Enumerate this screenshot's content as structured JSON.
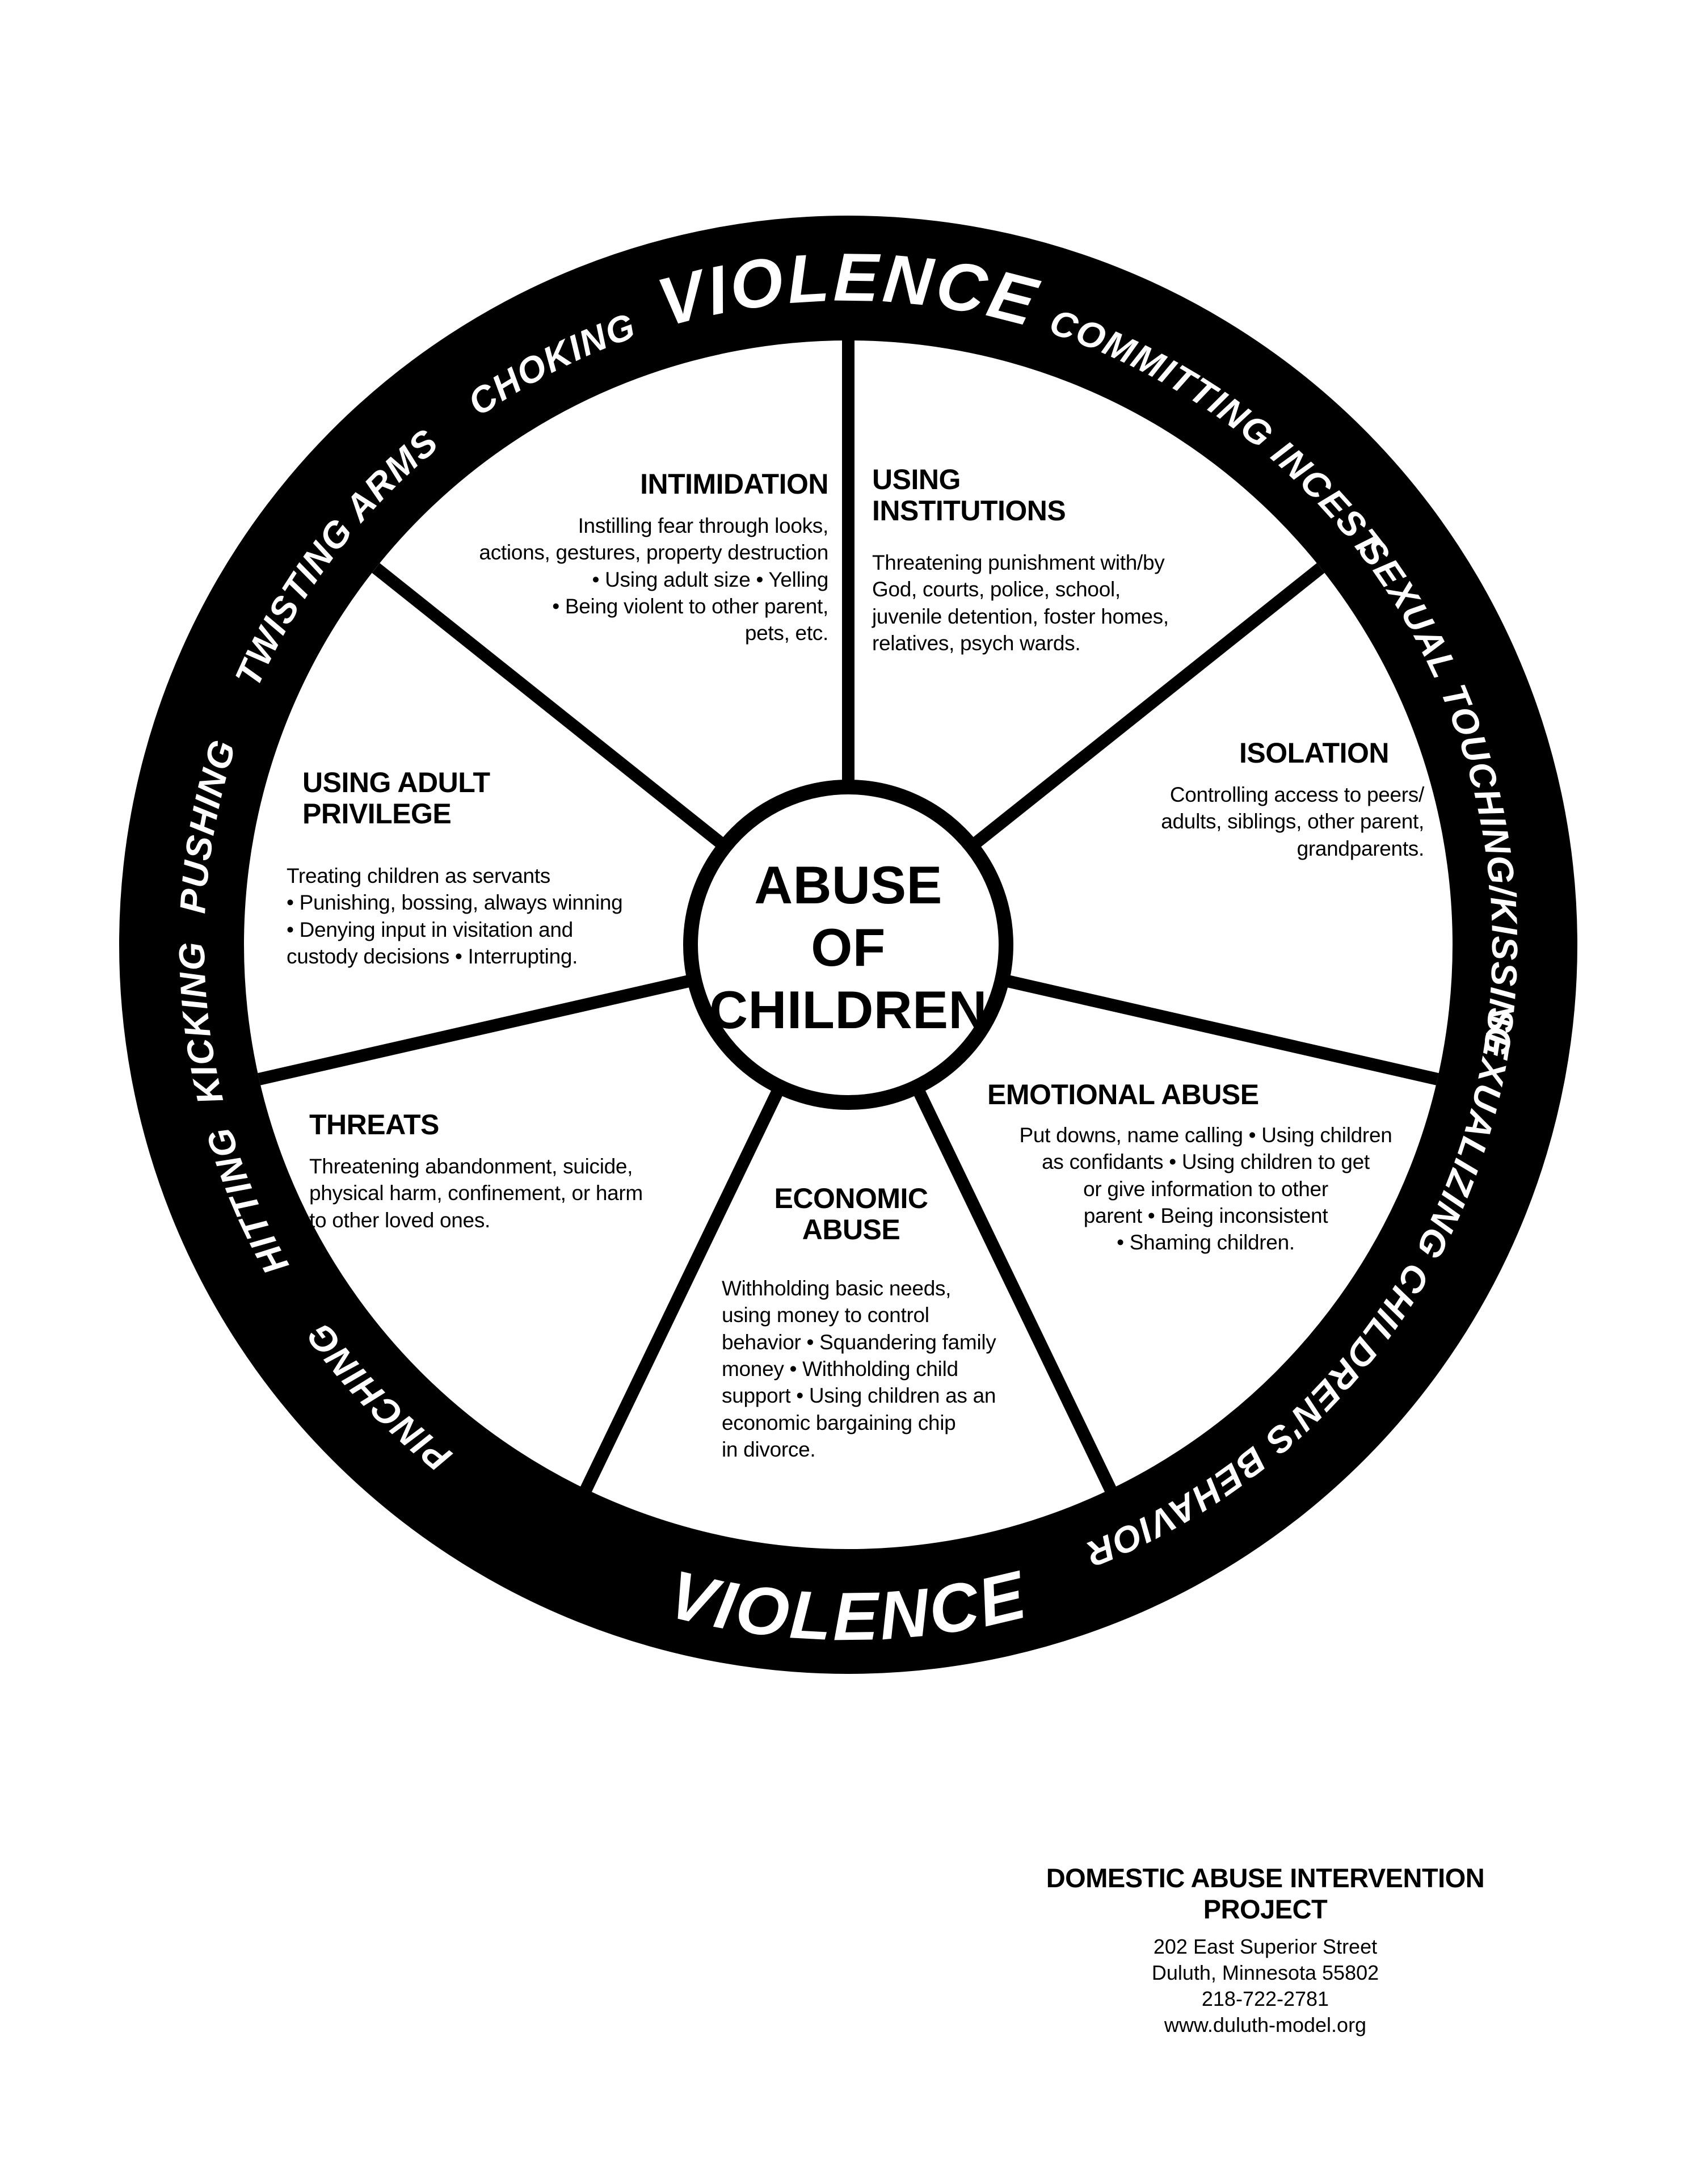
{
  "wheel": {
    "hub": {
      "label": "ABUSE\nOF\nCHILDREN"
    },
    "ring": {
      "violence": "VIOLENCE",
      "words": [
        {
          "label": "CHOKING"
        },
        {
          "label": "TWISTING ARMS"
        },
        {
          "label": "PUSHING"
        },
        {
          "label": "KICKING"
        },
        {
          "label": "HITTING"
        },
        {
          "label": "PINCHING"
        },
        {
          "label": "COMMITTING INCEST"
        },
        {
          "label": "SEXUAL TOUCHING/KISSING"
        },
        {
          "label": "SEXUALIZING CHILDREN'S BEHAVIOR"
        }
      ]
    },
    "segments": [
      {
        "title": "INTIMIDATION",
        "body": "Instilling fear through looks,\nactions, gestures, property destruction\n• Using adult size • Yelling\n• Being violent to other parent,\npets, etc."
      },
      {
        "title": "USING\nINSTITUTIONS",
        "body": "Threatening punishment with/by\nGod, courts, police, school,\njuvenile detention, foster homes,\nrelatives, psych wards."
      },
      {
        "title": "ISOLATION",
        "body": "Controlling access to peers/\nadults, siblings, other parent,\ngrandparents."
      },
      {
        "title": "EMOTIONAL ABUSE",
        "body": "Put downs, name calling • Using children\nas confidants • Using children to get\nor give information to other\nparent • Being inconsistent\n• Shaming children."
      },
      {
        "title": "ECONOMIC\nABUSE",
        "body": "Withholding basic needs,\nusing money to control\nbehavior • Squandering family\nmoney • Withholding child\nsupport • Using children as an\neconomic bargaining chip\nin divorce."
      },
      {
        "title": "THREATS",
        "body": "Threatening abandonment, suicide,\nphysical harm, confinement, or harm\nto other loved ones."
      },
      {
        "title": "USING ADULT\nPRIVILEGE",
        "body": "Treating children as servants\n• Punishing, bossing, always winning\n• Denying input in visitation and\ncustody decisions • Interrupting."
      }
    ]
  },
  "footer": {
    "org": "DOMESTIC ABUSE INTERVENTION PROJECT",
    "address_line1": "202 East Superior Street",
    "address_line2": "Duluth, Minnesota 55802",
    "phone": "218-722-2781",
    "website": "www.duluth-model.org"
  }
}
